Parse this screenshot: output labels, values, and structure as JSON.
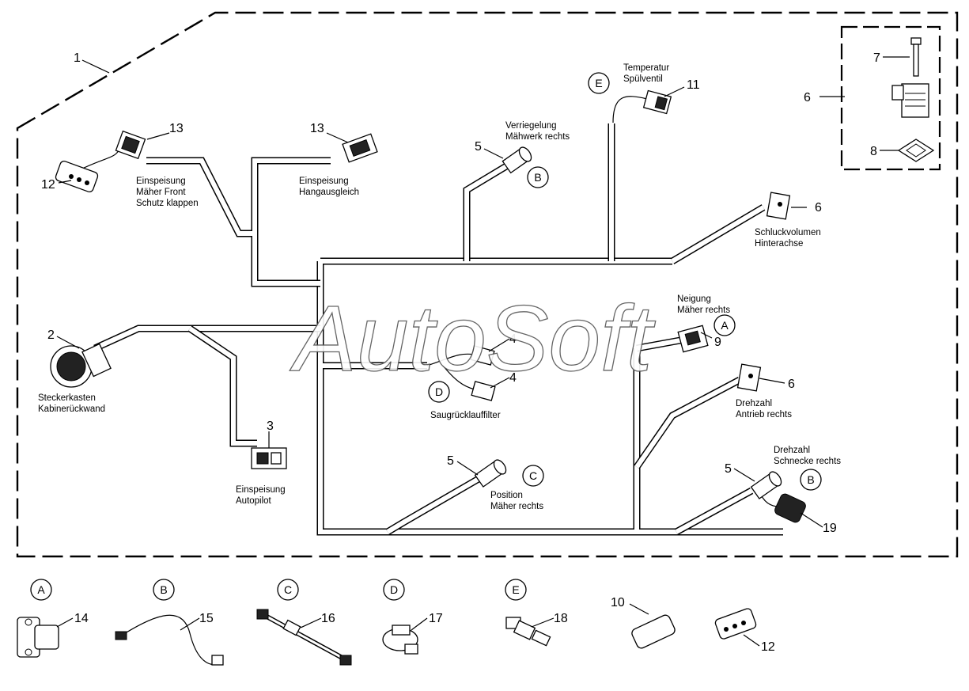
{
  "watermark": "AutoSoft",
  "callouts": {
    "n1": "1",
    "n2": "2",
    "n3": "3",
    "n4a": "4",
    "n4b": "4",
    "n5a": "5",
    "n5b": "5",
    "n5c": "5",
    "n6a": "6",
    "n6b": "6",
    "n6c": "6",
    "n7": "7",
    "n8": "8",
    "n9": "9",
    "n10": "10",
    "n11": "11",
    "n12a": "12",
    "n12b": "12",
    "n13a": "13",
    "n13b": "13",
    "n14": "14",
    "n15": "15",
    "n16": "16",
    "n17": "17",
    "n18": "18",
    "n19": "19"
  },
  "letters": {
    "A1": "A",
    "B1": "B",
    "B2": "B",
    "C1": "C",
    "D1": "D",
    "E1": "E",
    "A2": "A",
    "B3": "B",
    "C2": "C",
    "D2": "D",
    "E2": "E"
  },
  "labels": {
    "front_1": "Einspeisung",
    "front_2": "Mäher Front",
    "front_3": "Schutz klappen",
    "hang_1": "Einspeisung",
    "hang_2": "Hangausgleich",
    "verr_1": "Verriegelung",
    "verr_2": "Mähwerk rechts",
    "temp_1": "Temperatur",
    "temp_2": "Spülventil",
    "schluck_1": "Schluckvolumen",
    "schluck_2": "Hinterachse",
    "neig_1": "Neigung",
    "neig_2": "Mäher rechts",
    "dreh_antrieb_1": "Drehzahl",
    "dreh_antrieb_2": "Antrieb rechts",
    "dreh_schnecke_1": "Drehzahl",
    "dreh_schnecke_2": "Schnecke rechts",
    "steck_1": "Steckerkasten",
    "steck_2": "Kabinerückwand",
    "saug": "Saugrücklauffilter",
    "auto_1": "Einspeisung",
    "auto_2": "Autopilot",
    "pos_1": "Position",
    "pos_2": "Mäher rechts"
  }
}
